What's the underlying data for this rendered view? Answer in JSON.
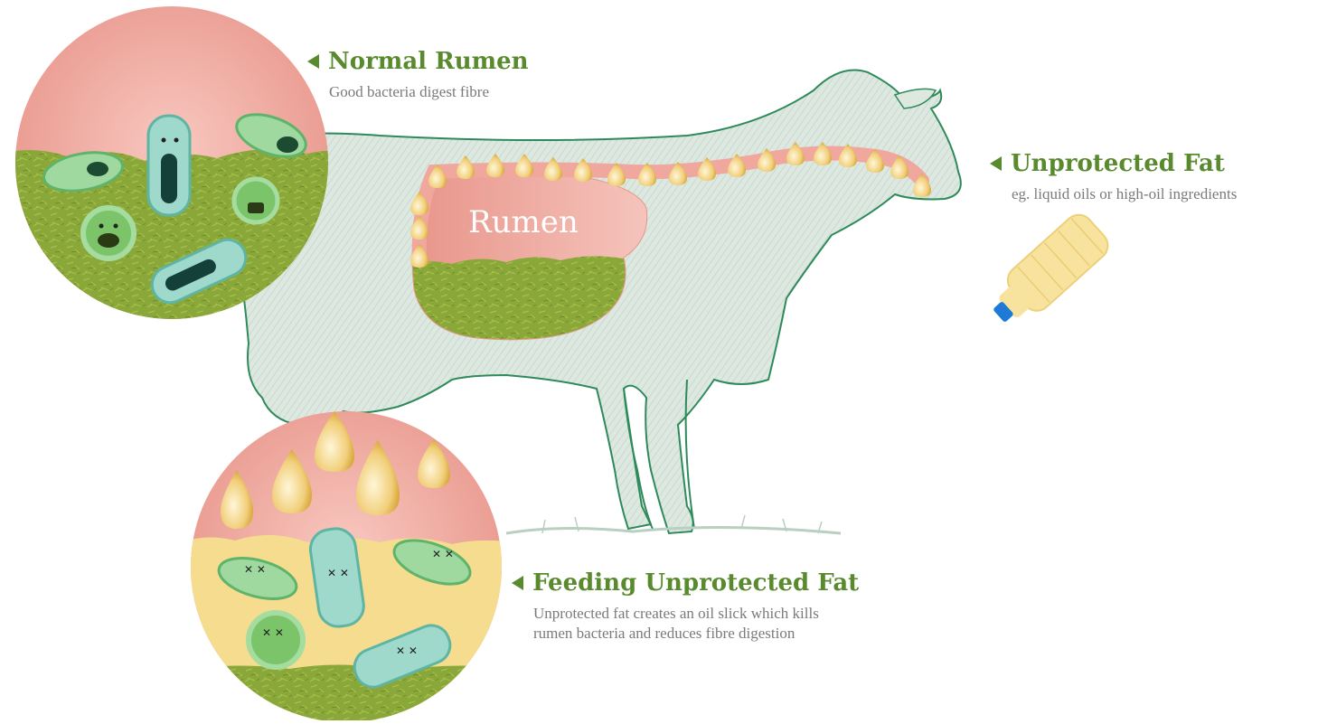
{
  "rumen_label": "Rumen",
  "callouts": {
    "normal": {
      "title": "Normal Rumen",
      "desc": "Good bacteria digest fibre"
    },
    "unprotected": {
      "title": "Unprotected Fat",
      "desc": "eg. liquid oils or high-oil ingredients"
    },
    "feeding": {
      "title": "Feeding Unprotected Fat",
      "desc_line1": "Unprotected fat creates an oil slick which kills",
      "desc_line2": "rumen bacteria and reduces fibre digestion"
    }
  },
  "colors": {
    "accent_green": "#5a8a2e",
    "cow_fill": "#d9e5dd",
    "cow_outline": "#2e8a5a",
    "rumen_pink": "#e8958a",
    "fibre_olive": "#8aa83a",
    "oil_yellow": "#f6dc8e",
    "bacteria_teal": "#9fd9cc",
    "bacteria_green": "#7cc46a"
  }
}
